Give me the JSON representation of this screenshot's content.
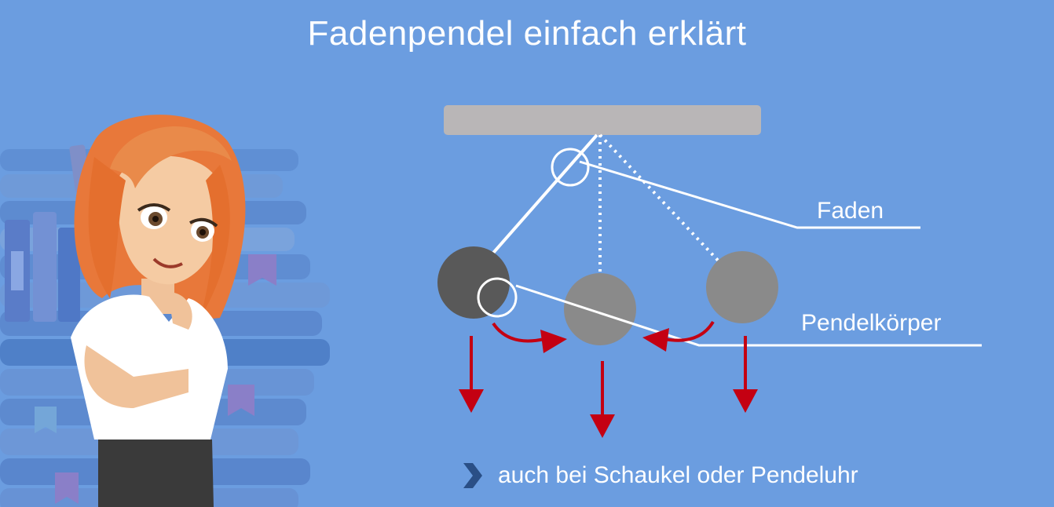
{
  "title": "Fadenpendel einfach erklärt",
  "labels": {
    "thread": "Faden",
    "bob": "Pendelkörper"
  },
  "footer": {
    "icon": "chevron-right-icon",
    "text": "auch bei Schaukel oder Pendeluhr"
  },
  "colors": {
    "background": "#6b9de0",
    "ceiling": "#b9b6b7",
    "bob_dark": "#595959",
    "bob_light": "#8a8a8a",
    "arrow": "#c40012",
    "chevron": "#2a4f86",
    "hair": "#e8783a"
  }
}
